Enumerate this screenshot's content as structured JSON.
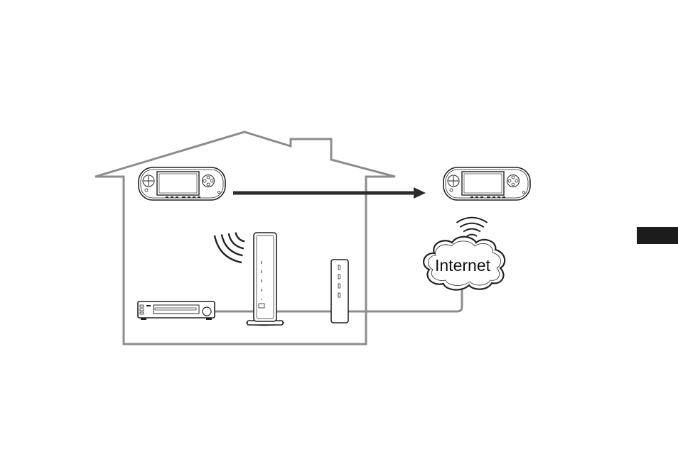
{
  "cloud": {
    "label": "Internet"
  },
  "colors": {
    "line": "#8c8c8c",
    "outline": "#222222",
    "arrow": "#2b2b2b",
    "tab": "#1c1c1c"
  },
  "icons": [
    "house-outline",
    "psp-console-icon",
    "wireless-signal-icon",
    "wireless-router-icon",
    "modem-icon",
    "av-receiver-icon",
    "internet-cloud-icon",
    "direction-arrow"
  ]
}
